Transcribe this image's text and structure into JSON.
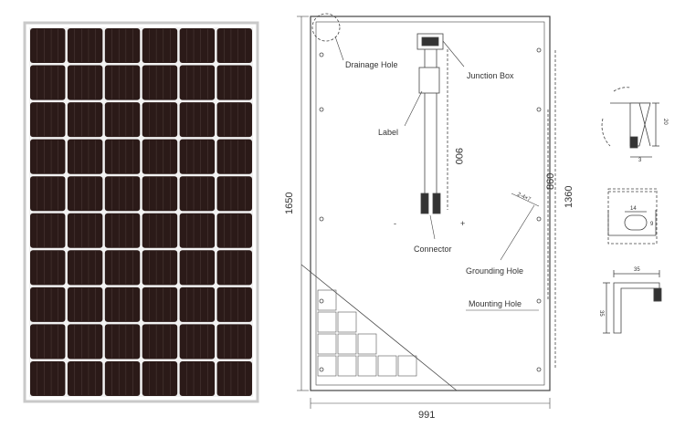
{
  "panel_photo": {
    "columns": 6,
    "rows": 10,
    "frame_color": "#c9c9c9",
    "cell_color": "#2b1a18"
  },
  "drawing": {
    "labels": {
      "drainage_hole": "Drainage Hole",
      "junction_box": "Junction Box",
      "label": "Label",
      "connector": "Connector",
      "grounding_hole": "Grounding Hole",
      "mounting_hole": "Mounting Hole",
      "minus": "-",
      "plus": "+"
    },
    "dimensions": {
      "height": "1650",
      "width": "991",
      "cable": "900",
      "mount_spacing_inner": "860",
      "mount_spacing_outer": "1360",
      "hole_detail": "2-4×7"
    }
  },
  "profile_details": {
    "corner_depth": "20",
    "corner_small": "3",
    "hole_width": "14",
    "hole_height": "9",
    "frame_width": "35",
    "frame_height": "35"
  }
}
